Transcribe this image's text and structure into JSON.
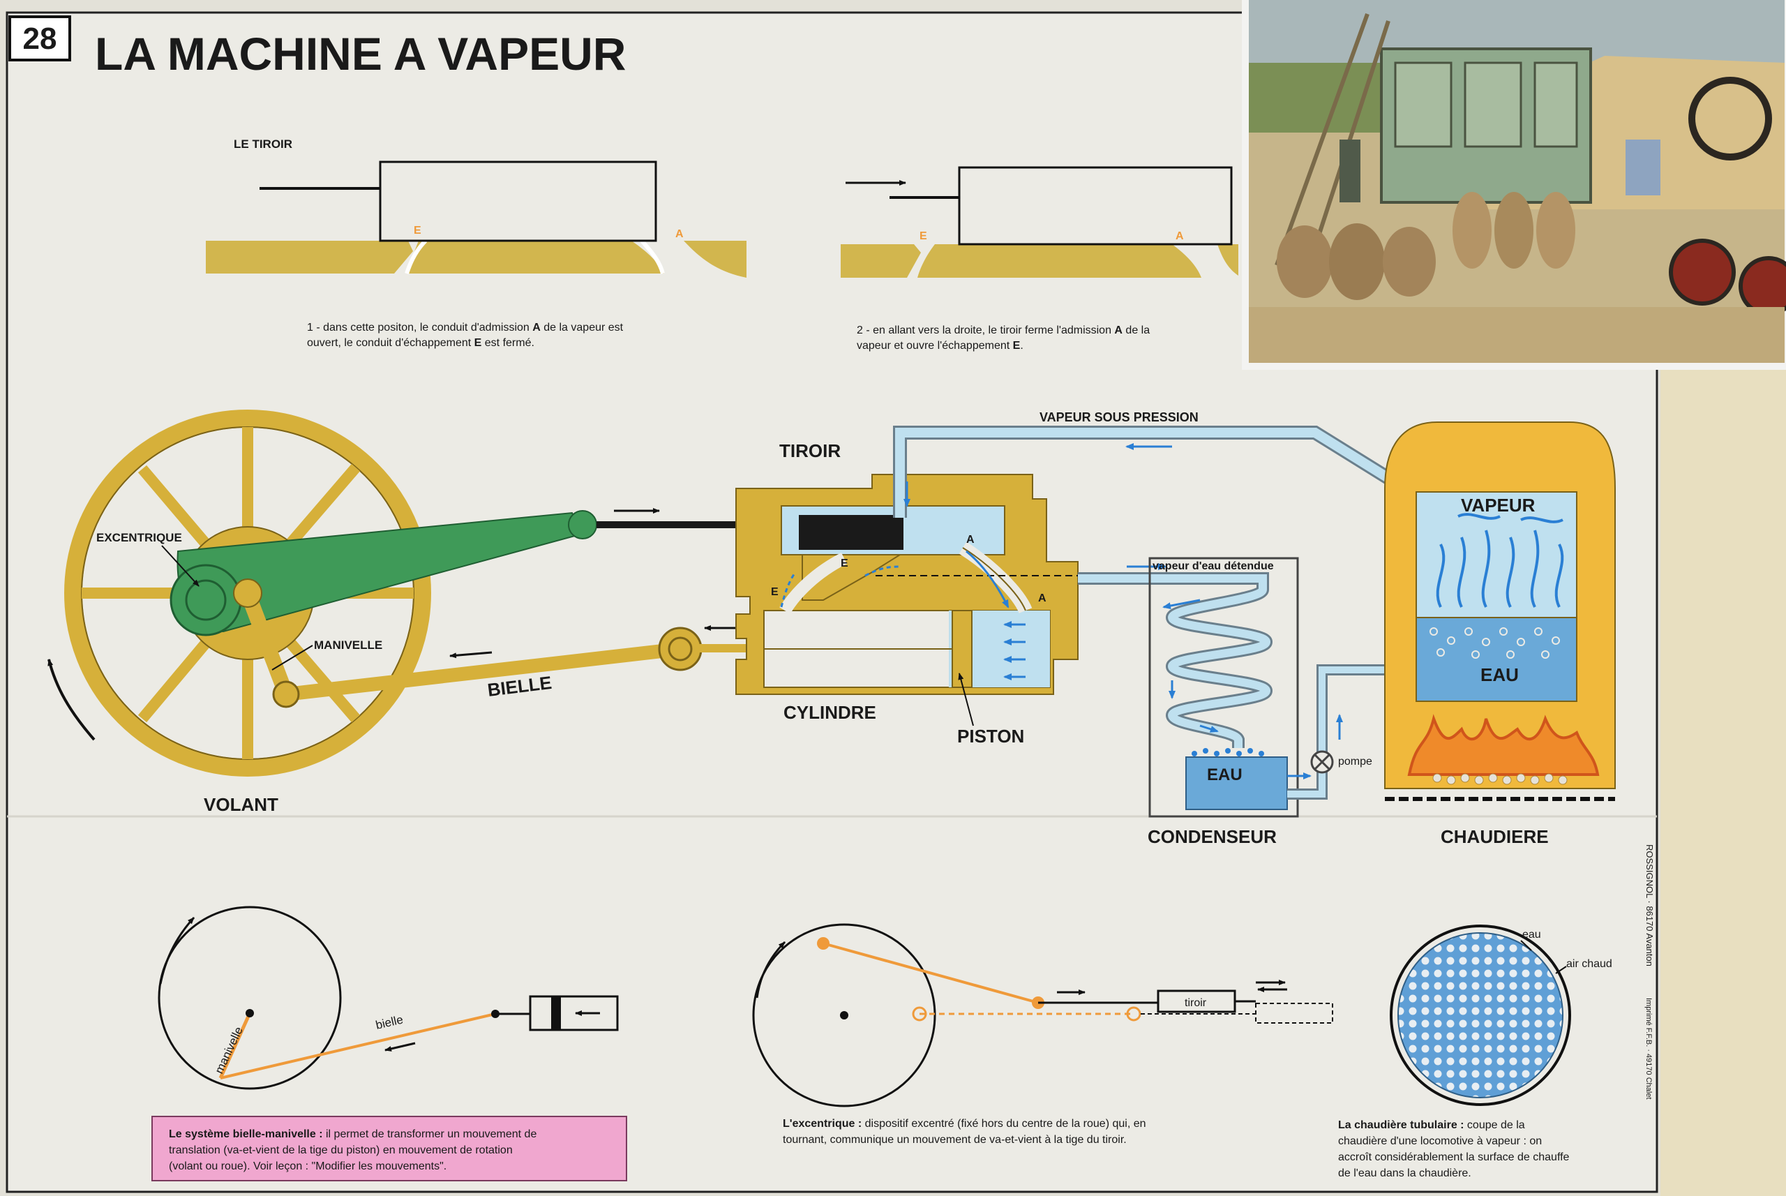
{
  "poster": {
    "number": "28",
    "title": "LA MACHINE A VAPEUR",
    "publisher": "ROSSIGNOL · 86170 Avanton",
    "printer": "Imprimé F.F.B. · 49170 Chalet"
  },
  "slide_valve": {
    "title": "LE TIROIR",
    "label_e": "E",
    "label_a": "A",
    "caption1": {
      "line1_pre": "1 - dans cette positon, le conduit d'admission ",
      "line1_bold": "A",
      "line1_post": " de la vapeur est",
      "line2_pre": "ouvert, le conduit d'échappement ",
      "line2_bold": "E",
      "line2_post": " est fermé."
    },
    "caption2": {
      "line1_pre": "2 - en allant vers la droite, le tiroir ferme l'admission ",
      "line1_bold": "A",
      "line1_post": " de la",
      "line2_pre": "vapeur et ouvre l'échappement ",
      "line2_bold": "E",
      "line2_post": "."
    }
  },
  "main_diagram": {
    "tiroir": "TIROIR",
    "cylindre": "CYLINDRE",
    "piston": "PISTON",
    "excentrique": "EXCENTRIQUE",
    "manivelle": "MANIVELLE",
    "bielle": "BIELLE",
    "volant": "VOLANT",
    "vapeur_sous_pression": "VAPEUR SOUS PRESSION",
    "vapeur_detendue": "vapeur d'eau détendue",
    "condenseur": "CONDENSEUR",
    "eau_condenseur": "EAU",
    "pompe": "pompe",
    "chaudiere": "CHAUDIERE",
    "vapeur_chaudiere": "VAPEUR",
    "eau_chaudiere": "EAU",
    "label_a": "A",
    "label_e": "E"
  },
  "bottom": {
    "bielle": "bielle",
    "manivelle": "manivelle",
    "tiroir": "tiroir",
    "eau": "eau",
    "air_chaud": "air chaud",
    "caption_bielle": {
      "bold": "Le système bielle-manivelle :",
      "line1": " il permet de transformer un mouvement de",
      "line2": "translation (va-et-vient de la tige du piston) en mouvement de rotation",
      "line3": "(volant ou roue). Voir leçon : \"Modifier les mouvements\"."
    },
    "caption_excentrique": {
      "bold": "L'excentrique :",
      "line1": " dispositif excentré (fixé hors du centre de la roue) qui, en",
      "line2": "tournant, communique un mouvement de va-et-vient à la tige du tiroir."
    },
    "caption_chaudiere": {
      "bold": "La chaudière tubulaire :",
      "line1": " coupe de la",
      "line2": "chaudière d'une locomotive à vapeur : on",
      "line3": "accroît considérablement la surface de chauffe",
      "line4": "de l'eau dans la chaudière."
    }
  },
  "colors": {
    "ochre": "#d8b63d",
    "green": "#3f9a58",
    "steam_blue": "#9fd0e8",
    "water_blue": "#6aa9d8",
    "arrow_blue": "#2a7fd4",
    "orange": "#ef9a3a",
    "magenta_box": "#f0a7cf"
  }
}
